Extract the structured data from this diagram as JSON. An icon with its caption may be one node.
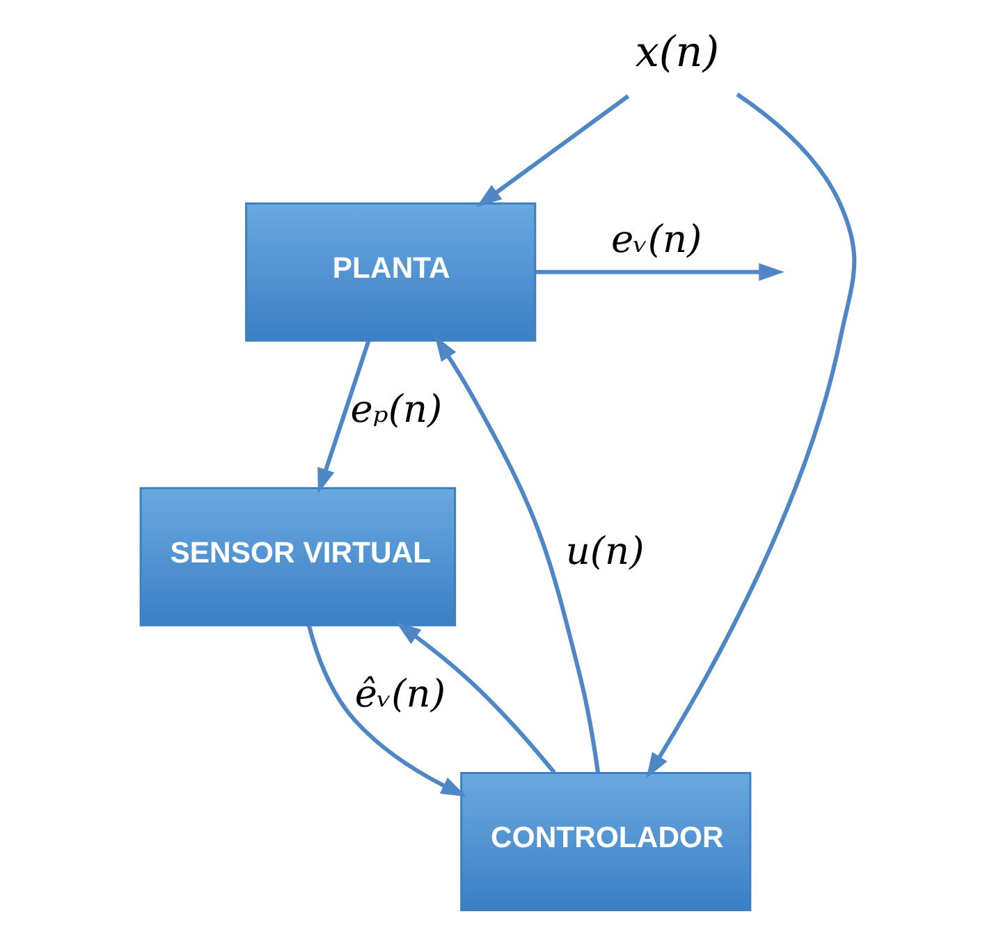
{
  "diagram": {
    "nodes": [
      {
        "text": [
          "PLANTA"
        ]
      },
      {
        "text": [
          "SENSOR VIRTUAL"
        ]
      },
      {
        "text": [
          "CONTROLADOR"
        ]
      },
      {
        "text": [
          "x(n)"
        ]
      }
    ],
    "edges": [
      {
        "from": 3,
        "to": 0,
        "arrow": "to"
      },
      {
        "from": 3,
        "to": 2,
        "arrow": "to"
      },
      {
        "from": 0,
        "to": null,
        "arrow": "to",
        "label": "eᵥ(n)"
      },
      {
        "from": 0,
        "to": 1,
        "arrow": "to",
        "label": "eₚ(n)"
      },
      {
        "from": 1,
        "to": 2,
        "arrow": "to",
        "label": "êᵥ(n)"
      },
      {
        "from": 2,
        "to": 0,
        "arrow": "to",
        "label": "u(n)"
      },
      {
        "from": 2,
        "to": 1,
        "arrow": "to"
      }
    ]
  }
}
